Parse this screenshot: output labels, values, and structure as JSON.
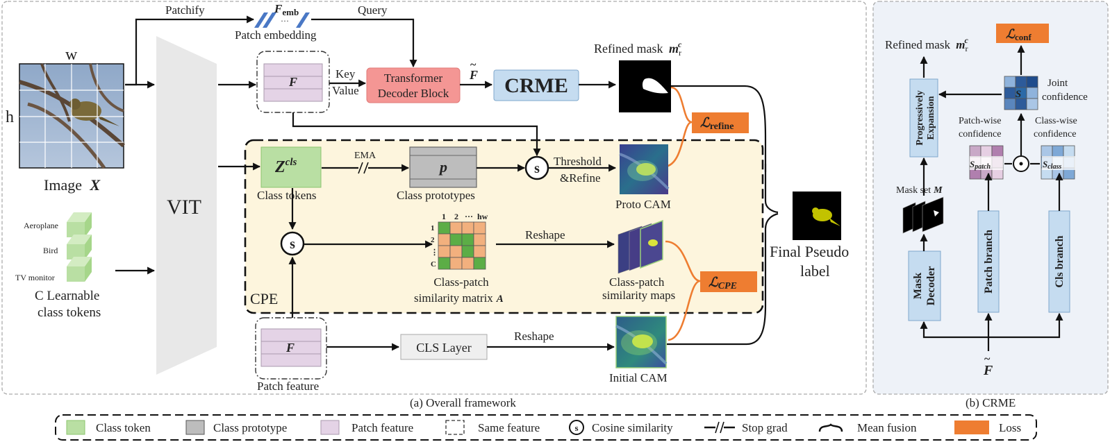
{
  "colors": {
    "class_token": "#b9dfa3",
    "class_prototype": "#bdbdbd",
    "patch_feature": "#e4d3e6",
    "loss": "#ee7d31",
    "crme_box": "#c5dcf0",
    "transformer": "#f49694",
    "cpe_bg": "#fdf5dd",
    "matrix_green": "#5cad46",
    "matrix_orange": "#f2b07e"
  },
  "left": {
    "patchify": "Patchify",
    "f_emb": "F",
    "f_emb_sub": "emb",
    "patch_embedding": "Patch embedding",
    "query": "Query",
    "w": "w",
    "h": "h",
    "image_label": "Image",
    "image_var": "X",
    "vit": "VIT",
    "f_top": "F",
    "key": "Key",
    "value": "Value",
    "transformer_l1": "Transformer",
    "transformer_l2": "Decoder Block",
    "f_tilde": "F",
    "crme": "CRME",
    "refined_mask": "Refined mask",
    "refined_var": "m",
    "refined_sub": "r",
    "refined_sup": "c",
    "loss_refine": "ℒ",
    "loss_refine_sub": "refine",
    "cpe": "CPE",
    "zcls": "Z",
    "zcls_sup": "cls",
    "class_tokens_caption": "Class tokens",
    "ema": "EMA",
    "p": "p",
    "class_prototypes_caption": "Class prototypes",
    "s": "s",
    "threshold": "Threshold",
    "refine": "&Refine",
    "proto_cam": "Proto CAM",
    "aeroplane": "Aeroplane",
    "bird": "Bird",
    "tv_monitor": "TV monitor",
    "learnable_l1": "C Learnable",
    "learnable_l2": "class tokens",
    "matrix_cols": [
      "1",
      "2",
      "···",
      "hw"
    ],
    "matrix_rows": [
      "1",
      "2",
      "⋮",
      "C"
    ],
    "reshape": "Reshape",
    "matrix_caption_l1": "Class-patch",
    "matrix_caption_l2": "similarity matrix",
    "matrix_var": "A",
    "maps_caption_l1": "Class-patch",
    "maps_caption_l2": "similarity maps",
    "loss_cpe": "ℒ",
    "loss_cpe_sub": "CPE",
    "f_bottom": "F",
    "patch_feature_caption": "Patch feature",
    "cls_layer": "CLS Layer",
    "reshape2": "Reshape",
    "initial_cam": "Initial CAM",
    "final_l1": "Final Pseudo",
    "final_l2": "label",
    "caption_a": "(a) Overall framework"
  },
  "right": {
    "loss_conf": "ℒ",
    "loss_conf_sub": "conf",
    "refined_mask": "Refined mask",
    "refined_var": "m",
    "refined_sub": "r",
    "refined_sup": "c",
    "progressive_l1": "Progressively",
    "progressive_l2": "Expansion",
    "s_center": "S",
    "joint_l1": "Joint",
    "joint_l2": "confidence",
    "patchwise_l1": "Patch-wise",
    "patchwise_l2": "confidence",
    "classwise_l1": "Class-wise",
    "classwise_l2": "confidence",
    "s_patch": "S",
    "s_patch_sub": "patch",
    "s_class": "S",
    "s_class_sub": "class",
    "odot": "⊙",
    "mask_set": "Mask set",
    "mask_set_var": "M",
    "mask_decoder_l1": "Mask",
    "mask_decoder_l2": "Decoder",
    "patch_branch": "Patch branch",
    "cls_branch": "Cls branch",
    "f_tilde": "F",
    "caption_b": "(b) CRME"
  },
  "legend": {
    "class_token": "Class token",
    "class_prototype": "Class prototype",
    "patch_feature": "Patch feature",
    "same_feature": "Same feature",
    "cosine_similarity": "Cosine similarity",
    "stop_grad": "Stop grad",
    "mean_fusion": "Mean fusion",
    "loss": "Loss"
  }
}
